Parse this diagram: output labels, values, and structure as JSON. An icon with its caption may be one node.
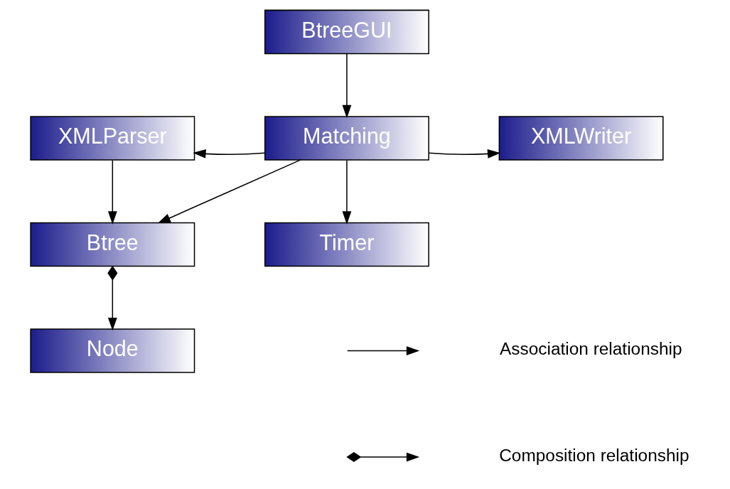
{
  "diagram": {
    "nodes": [
      {
        "text": [
          "BtreeGUI"
        ]
      },
      {
        "text": [
          "XMLParser"
        ]
      },
      {
        "text": [
          "Matching"
        ]
      },
      {
        "text": [
          "XMLWriter"
        ]
      },
      {
        "text": [
          "Btree"
        ]
      },
      {
        "text": [
          "Timer"
        ]
      },
      {
        "text": [
          "Node"
        ]
      }
    ],
    "edges": [
      {
        "from": 0,
        "to": 2,
        "arrow": "to"
      },
      {
        "from": 2,
        "to": 1,
        "arrow": "to"
      },
      {
        "from": 2,
        "to": 3,
        "arrow": "to"
      },
      {
        "from": 1,
        "to": 4,
        "arrow": "to"
      },
      {
        "from": 2,
        "to": 4,
        "arrow": "to"
      },
      {
        "from": 2,
        "to": 5,
        "arrow": "to"
      },
      {
        "from": 4,
        "to": 6,
        "arrow": "to"
      }
    ],
    "legend": [
      {
        "text": "Association relationship"
      },
      {
        "text": "Composition relationship"
      }
    ]
  }
}
